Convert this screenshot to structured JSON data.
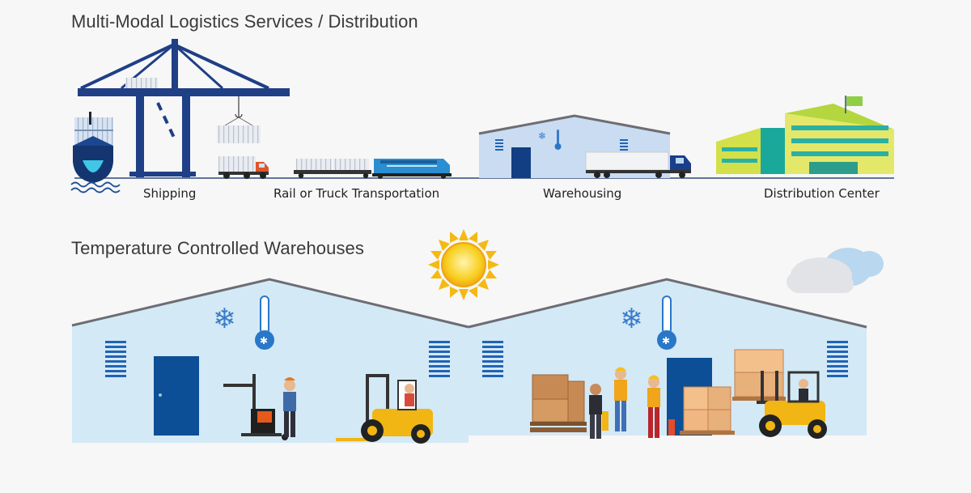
{
  "section_logistics": {
    "title": "Multi-Modal Logistics Services / Distribution",
    "stages": [
      "Shipping",
      "Rail or Truck Transportation",
      "Warehousing",
      "Distribution Center"
    ]
  },
  "section_warehouses": {
    "title": "Temperature Controlled Warehouses"
  },
  "colors": {
    "crane_blue": "#1f3f86",
    "warehouse_wall": "#d3e9f6",
    "roof_gray": "#6d6d74",
    "door_blue": "#0d4f96",
    "vent_blue": "#2264b4",
    "forklift_yellow": "#f1b514",
    "sun_yellow": "#f7c81a",
    "ground_line": "#2d4a7a"
  },
  "icons": [
    "snowflake-icon",
    "thermometer-icon",
    "sun-icon",
    "cloud-icon"
  ]
}
